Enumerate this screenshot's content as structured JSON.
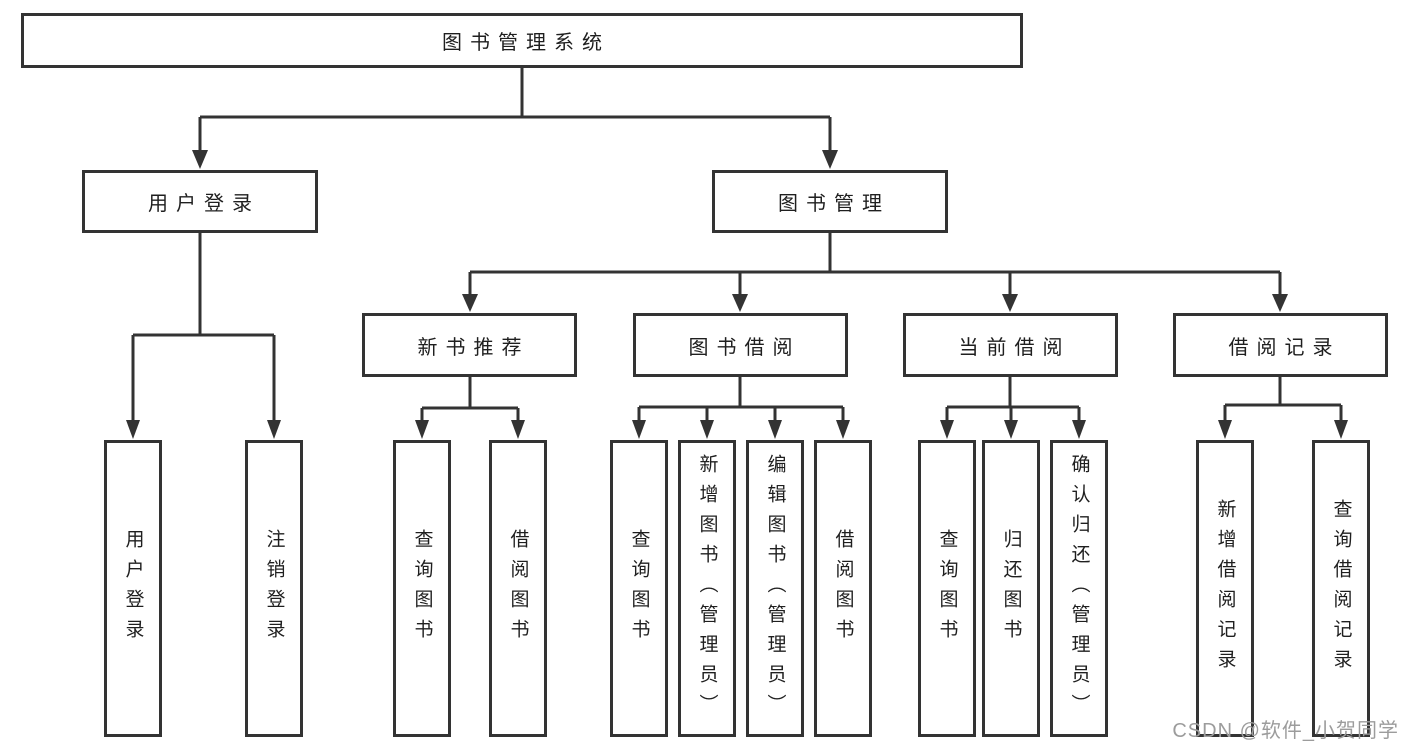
{
  "diagram": {
    "tree": {
      "label": "图书管理系统",
      "children": [
        {
          "label": "用户登录",
          "children": [
            {
              "label": "用户登录"
            },
            {
              "label": "注销登录"
            }
          ]
        },
        {
          "label": "图书管理",
          "children": [
            {
              "label": "新书推荐",
              "children": [
                {
                  "label": "查询图书"
                },
                {
                  "label": "借阅图书"
                }
              ]
            },
            {
              "label": "图书借阅",
              "children": [
                {
                  "label": "查询图书"
                },
                {
                  "label": "新增图书（管理员）"
                },
                {
                  "label": "编辑图书（管理员）"
                },
                {
                  "label": "借阅图书"
                }
              ]
            },
            {
              "label": "当前借阅",
              "children": [
                {
                  "label": "查询图书"
                },
                {
                  "label": "归还图书"
                },
                {
                  "label": "确认归还（管理员）"
                }
              ]
            },
            {
              "label": "借阅记录",
              "children": [
                {
                  "label": "新增借阅记录"
                },
                {
                  "label": "查询借阅记录"
                }
              ]
            }
          ]
        }
      ]
    },
    "line_color": "#333333",
    "box_border_color": "#333333",
    "text_color": "#1f1f1f"
  },
  "watermark": {
    "text": "CSDN @软件_小贺同学"
  }
}
